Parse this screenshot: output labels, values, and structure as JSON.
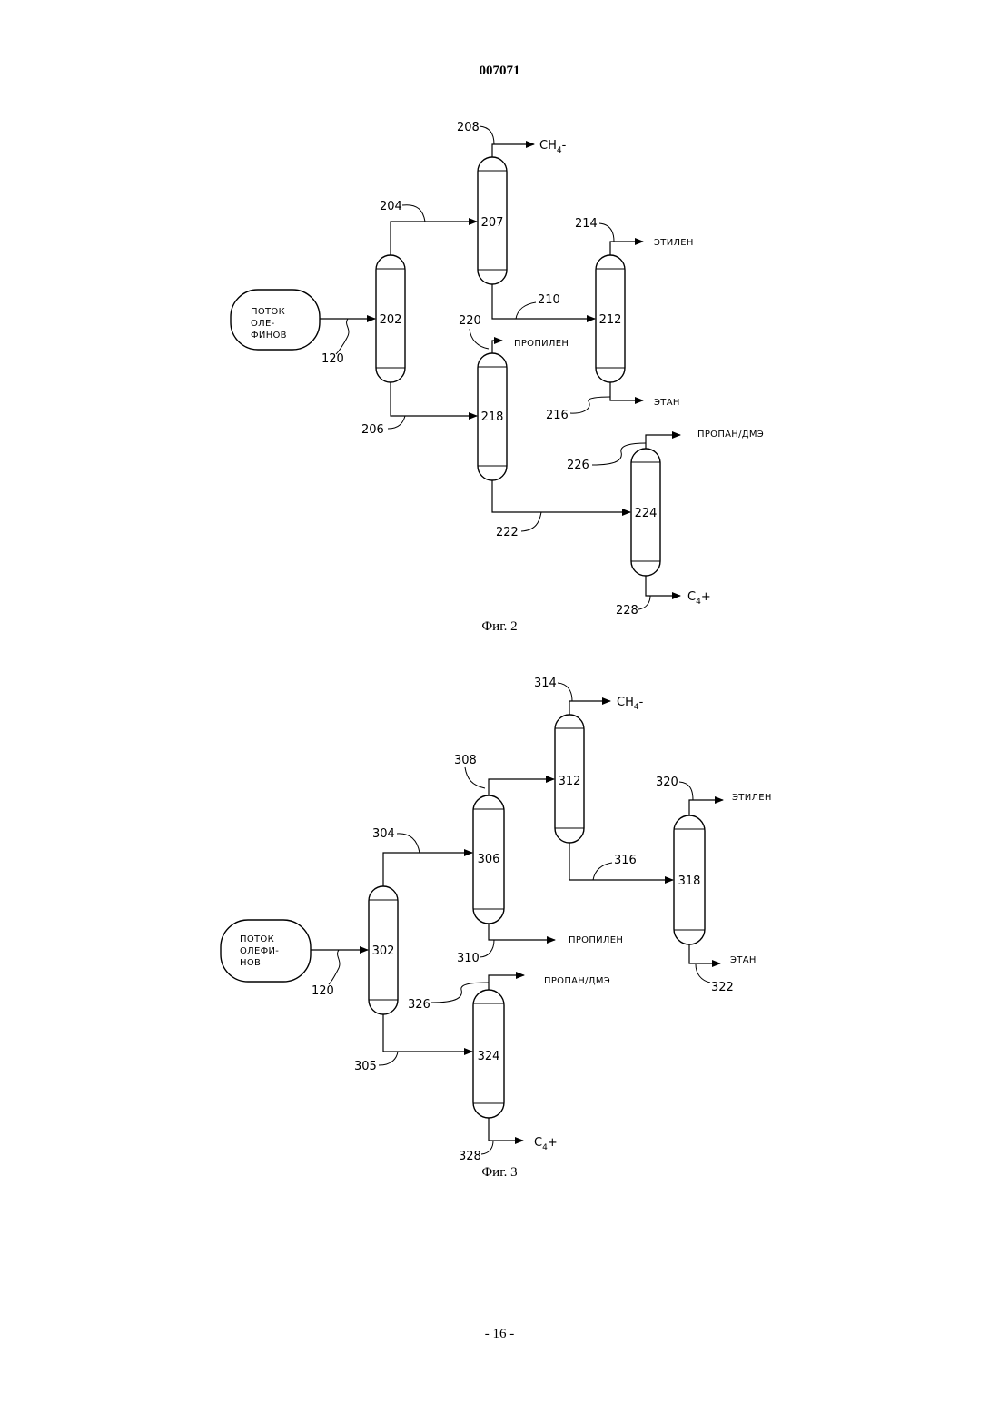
{
  "header": {
    "doc_number": "007071"
  },
  "footer": {
    "page_number": "- 16 -"
  },
  "fig2": {
    "caption": "Фиг. 2",
    "feed": {
      "line1": "ПОТОК",
      "line2": "ОЛЕ-",
      "line3": "ФИНОВ",
      "ref": "120"
    },
    "units": {
      "u202": "202",
      "u207": "207",
      "u212": "212",
      "u218": "218",
      "u224": "224"
    },
    "streams": {
      "s204": "204",
      "s206": "206",
      "s208": "208",
      "s210": "210",
      "s214": "214",
      "s216": "216",
      "s220": "220",
      "s222": "222",
      "s226": "226",
      "s228": "228"
    },
    "products": {
      "methane": "CH",
      "methane_sub": "4",
      "methane_suffix": "-",
      "ethylene": "ЭТИЛЕН",
      "ethane": "ЭТАН",
      "propylene": "ПРОПИЛЕН",
      "propane_dme": "ПРОПАН/ДМЭ",
      "c4": "C",
      "c4_sub": "4",
      "c4_suffix": "+"
    }
  },
  "fig3": {
    "caption": "Фиг. 3",
    "feed": {
      "line1": "ПОТОК",
      "line2": "ОЛЕФИ-",
      "line3": "НОВ",
      "ref": "120"
    },
    "units": {
      "u302": "302",
      "u306": "306",
      "u312": "312",
      "u318": "318",
      "u324": "324"
    },
    "streams": {
      "s304": "304",
      "s305": "305",
      "s308": "308",
      "s310": "310",
      "s314": "314",
      "s316": "316",
      "s320": "320",
      "s322": "322",
      "s326": "326",
      "s328": "328"
    },
    "products": {
      "methane": "CH",
      "methane_sub": "4",
      "methane_suffix": "-",
      "ethylene": "ЭТИЛЕН",
      "ethane": "ЭТАН",
      "propylene": "ПРОПИЛЕН",
      "propane_dme": "ПРОПАН/ДМЭ",
      "c4": "C",
      "c4_sub": "4",
      "c4_suffix": "+"
    }
  }
}
